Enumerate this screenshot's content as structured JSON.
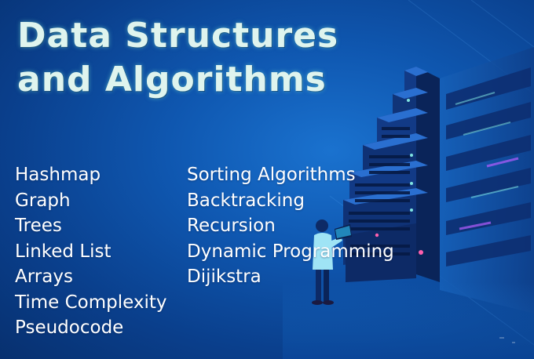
{
  "banner": {
    "title_line1": "Data Structures",
    "title_line2": "and Algorithms",
    "topics_left": [
      "Hashmap",
      "Graph",
      "Trees",
      "Linked List",
      "Arrays",
      "Time Complexity",
      "Pseudocode"
    ],
    "topics_right": [
      "Sorting Algorithms",
      "Backtracking",
      "Recursion",
      "Dynamic Programming",
      "Dijikstra"
    ]
  },
  "illustration": {
    "icon": "server-rack-with-developer-icon",
    "colors": {
      "background": "#0f57b0",
      "server_dark": "#0d2a66",
      "server_mid": "#123a86",
      "accent_glow": "#7fe3e0",
      "person_shirt": "#9fe4f5"
    }
  }
}
